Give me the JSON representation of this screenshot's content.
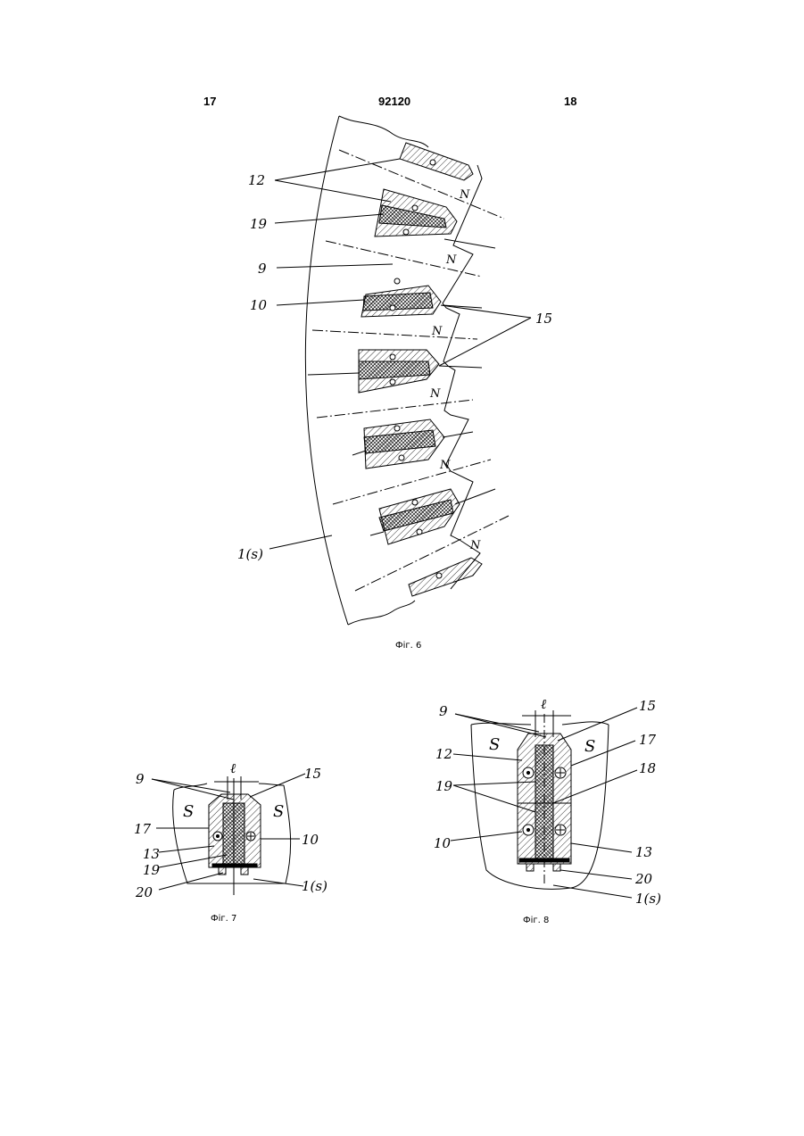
{
  "header": {
    "left_page": "17",
    "doc_number": "92120",
    "right_page": "18"
  },
  "fig6": {
    "caption": "Фіг. 6",
    "labels": {
      "l12": "12",
      "l19": "19",
      "l9": "9",
      "l10": "10",
      "l15": "15",
      "l1s": "1(s)"
    },
    "pole": "N"
  },
  "fig7": {
    "caption": "Фіг. 7",
    "labels": {
      "l9": "9",
      "l17": "17",
      "l13": "13",
      "l19": "19",
      "l20": "20",
      "l15": "15",
      "l10": "10",
      "l1s": "1(s)",
      "ell": "ℓ"
    },
    "pole": "S"
  },
  "fig8": {
    "caption": "Фіг. 8",
    "labels": {
      "l9": "9",
      "l12": "12",
      "l19": "19",
      "l10": "10",
      "l15": "15",
      "l17": "17",
      "l18": "18",
      "l13": "13",
      "l20": "20",
      "l1s": "1(s)",
      "ell": "ℓ"
    },
    "pole": "S"
  }
}
